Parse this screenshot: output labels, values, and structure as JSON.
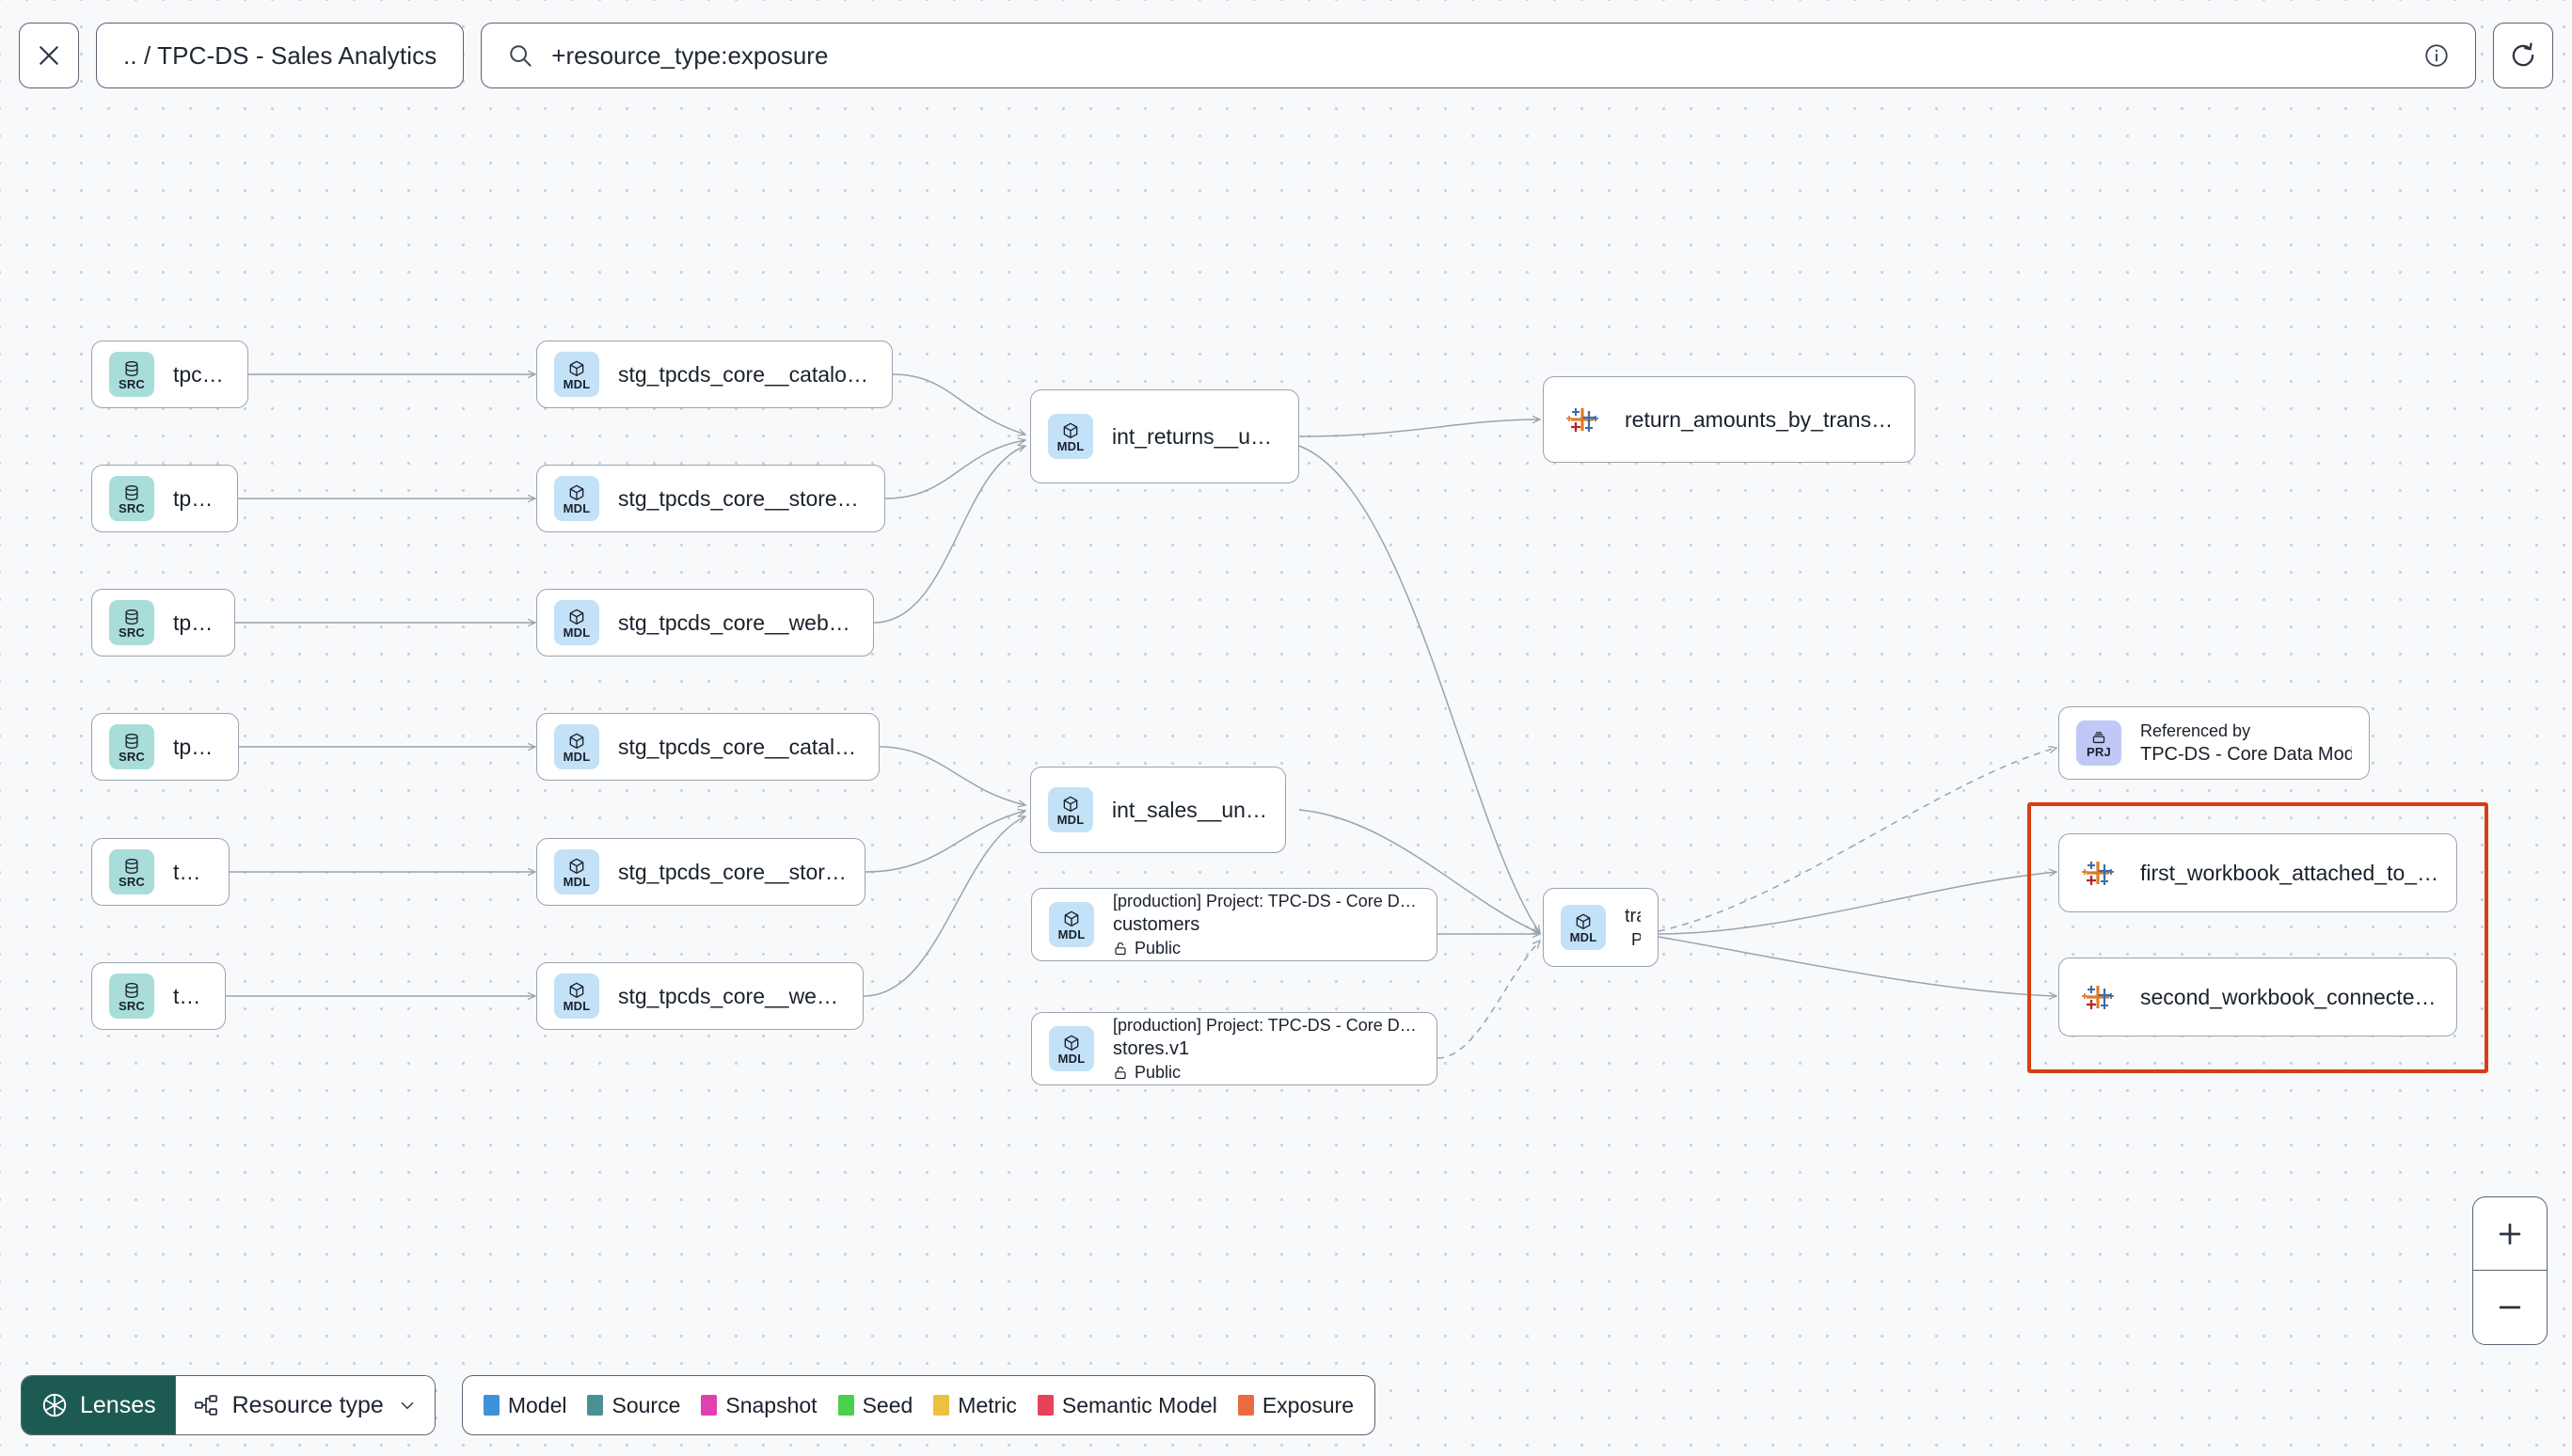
{
  "header": {
    "close_icon": "close-icon",
    "breadcrumb": ".. / TPC-DS - Sales Analytics",
    "search_icon": "search-icon",
    "search_value": "+resource_type:exposure",
    "info_icon": "info-icon",
    "refresh_icon": "refresh-icon"
  },
  "graph": {
    "sources": [
      {
        "badge": "SRC",
        "label": "tpcds_core.catalog_returns"
      },
      {
        "badge": "SRC",
        "label": "tpcds_core.store_returns"
      },
      {
        "badge": "SRC",
        "label": "tpcds_core.web_returns"
      },
      {
        "badge": "SRC",
        "label": "tpcds_core.catalog_sales"
      },
      {
        "badge": "SRC",
        "label": "tpcds_core.store_sales"
      },
      {
        "badge": "SRC",
        "label": "tpcds_core.web_sales"
      }
    ],
    "staging": [
      {
        "badge": "MDL",
        "label": "stg_tpcds_core__catalog_returns"
      },
      {
        "badge": "MDL",
        "label": "stg_tpcds_core__store_returns"
      },
      {
        "badge": "MDL",
        "label": "stg_tpcds_core__web_returns"
      },
      {
        "badge": "MDL",
        "label": "stg_tpcds_core__catalog_sales"
      },
      {
        "badge": "MDL",
        "label": "stg_tpcds_core__store_sales"
      },
      {
        "badge": "MDL",
        "label": "stg_tpcds_core__web_sales"
      }
    ],
    "intermediate": [
      {
        "badge": "MDL",
        "label": "int_returns__unioned"
      },
      {
        "badge": "MDL",
        "label": "int_sales__unioned"
      }
    ],
    "project_models": [
      {
        "badge": "MDL",
        "project": "[production] Project: TPC-DS - Core Data Mo…",
        "label": "customers",
        "access": "Public",
        "access_icon": "unlock-icon"
      },
      {
        "badge": "MDL",
        "project": "[production] Project: TPC-DS - Core Data Mo…",
        "label": "stores.v1",
        "access": "Public",
        "access_icon": "unlock-icon"
      }
    ],
    "transactions": {
      "badge": "MDL",
      "label": "transactions",
      "access": "Public",
      "access_icon": "unlock-icon"
    },
    "referenced_by": {
      "badge": "PRJ",
      "caption": "Referenced by",
      "label": "TPC-DS - Core Data Models"
    },
    "exposures": [
      {
        "badge": "EXPOSURE",
        "icon": "tableau-icon",
        "label": "return_amounts_by_transaction_type"
      },
      {
        "badge": "EXPOSURE",
        "icon": "tableau-icon",
        "label": "first_workbook_attached_to_tpc-ds_-_…"
      },
      {
        "badge": "EXPOSURE",
        "icon": "tableau-icon",
        "label": "second_workbook_connected_to_live…"
      }
    ]
  },
  "toolbar": {
    "lenses_label": "Lenses",
    "lenses_icon": "aperture-icon",
    "resource_type_label": "Resource type",
    "resource_type_icon": "hierarchy-icon",
    "chevron_icon": "chevron-down-icon",
    "legend": [
      {
        "label": "Model",
        "color": "#3e93d8"
      },
      {
        "label": "Source",
        "color": "#4a9196"
      },
      {
        "label": "Snapshot",
        "color": "#e040b0"
      },
      {
        "label": "Seed",
        "color": "#4ad04a"
      },
      {
        "label": "Metric",
        "color": "#ecc13f"
      },
      {
        "label": "Semantic Model",
        "color": "#e8425a"
      },
      {
        "label": "Exposure",
        "color": "#ea6a42"
      }
    ]
  },
  "zoom_controls": {
    "zoom_in_icon": "plus-icon",
    "zoom_out_icon": "minus-icon"
  },
  "colors": {
    "selection": "#d93d14",
    "lens_bg": "#1d5b52"
  }
}
